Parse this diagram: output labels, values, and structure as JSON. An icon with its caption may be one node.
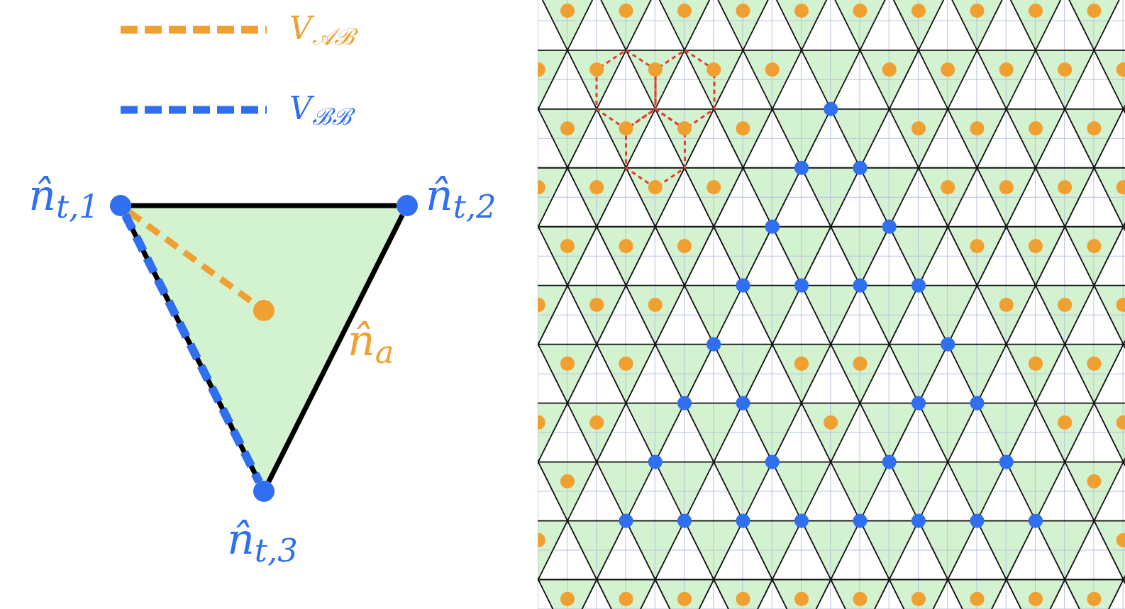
{
  "diagram": {
    "nodes": [
      {
        "text": [],
        "shape": "circle",
        "beside": [
          "n̂$_{t,1}$"
        ]
      },
      {
        "text": [],
        "shape": "circle",
        "beside": [
          "n̂$_{t,2}$"
        ]
      },
      {
        "text": [],
        "shape": "circle",
        "beside": [
          "n̂$_{t,3}$"
        ]
      },
      {
        "text": [],
        "shape": "circle",
        "beside": [
          "n̂$_{a}$"
        ]
      }
    ],
    "edges": [
      {
        "from": 0,
        "to": 1,
        "arrow": "none"
      },
      {
        "from": 1,
        "to": 2,
        "arrow": "none"
      },
      {
        "from": 2,
        "to": 0,
        "arrow": "none"
      },
      {
        "from": 0,
        "to": 3,
        "arrow": "none",
        "style": "dashed",
        "color": "#f0a030"
      },
      {
        "from": 0,
        "to": 2,
        "arrow": "none",
        "style": "dashed",
        "color": "#2f6ff0"
      }
    ],
    "legend": [
      {
        "text": "V$_{𝒜ℬ}$"
      },
      {
        "text": "V$_{ℬℬ}$"
      }
    ]
  }
}
